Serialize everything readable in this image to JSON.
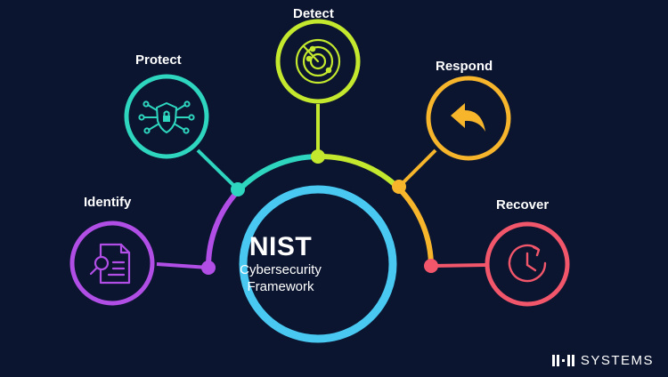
{
  "center": {
    "title": "NIST",
    "line1": "Cybersecurity",
    "line2": "Framework"
  },
  "functions": [
    {
      "label": "Identify",
      "color": "#b14ee6",
      "icon": "document-magnifier-icon"
    },
    {
      "label": "Protect",
      "color": "#2ed6c0",
      "icon": "shield-lock-circuit-icon"
    },
    {
      "label": "Detect",
      "color": "#c3e82d",
      "icon": "radar-icon"
    },
    {
      "label": "Respond",
      "color": "#f7b52c",
      "icon": "undo-arrow-icon"
    },
    {
      "label": "Recover",
      "color": "#f2566b",
      "icon": "clock-restore-icon"
    }
  ],
  "center_ring_color": "#49c9f2",
  "background_color": "#0b1530",
  "logo": {
    "text": "SYSTEMS"
  }
}
